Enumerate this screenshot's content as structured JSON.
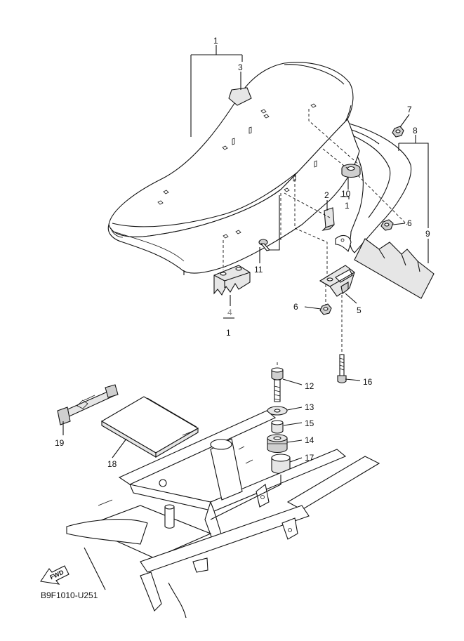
{
  "diagram_code": "B9F1010-U251",
  "fwd_label": "FWD",
  "callouts": {
    "c1_top": "1",
    "c3": "3",
    "c7": "7",
    "c8": "8",
    "c9": "9",
    "c2": "2",
    "c10": "10",
    "c1_under10": "1",
    "c6_right": "6",
    "c11": "11",
    "c4": "4",
    "c1_under4": "1",
    "c6_left": "6",
    "c5": "5",
    "c16": "16",
    "c12": "12",
    "c13": "13",
    "c15": "15",
    "c14": "14",
    "c17": "17",
    "c19": "19",
    "c18": "18"
  },
  "icons": {
    "fwd_arrow": "fwd-arrow-icon"
  }
}
